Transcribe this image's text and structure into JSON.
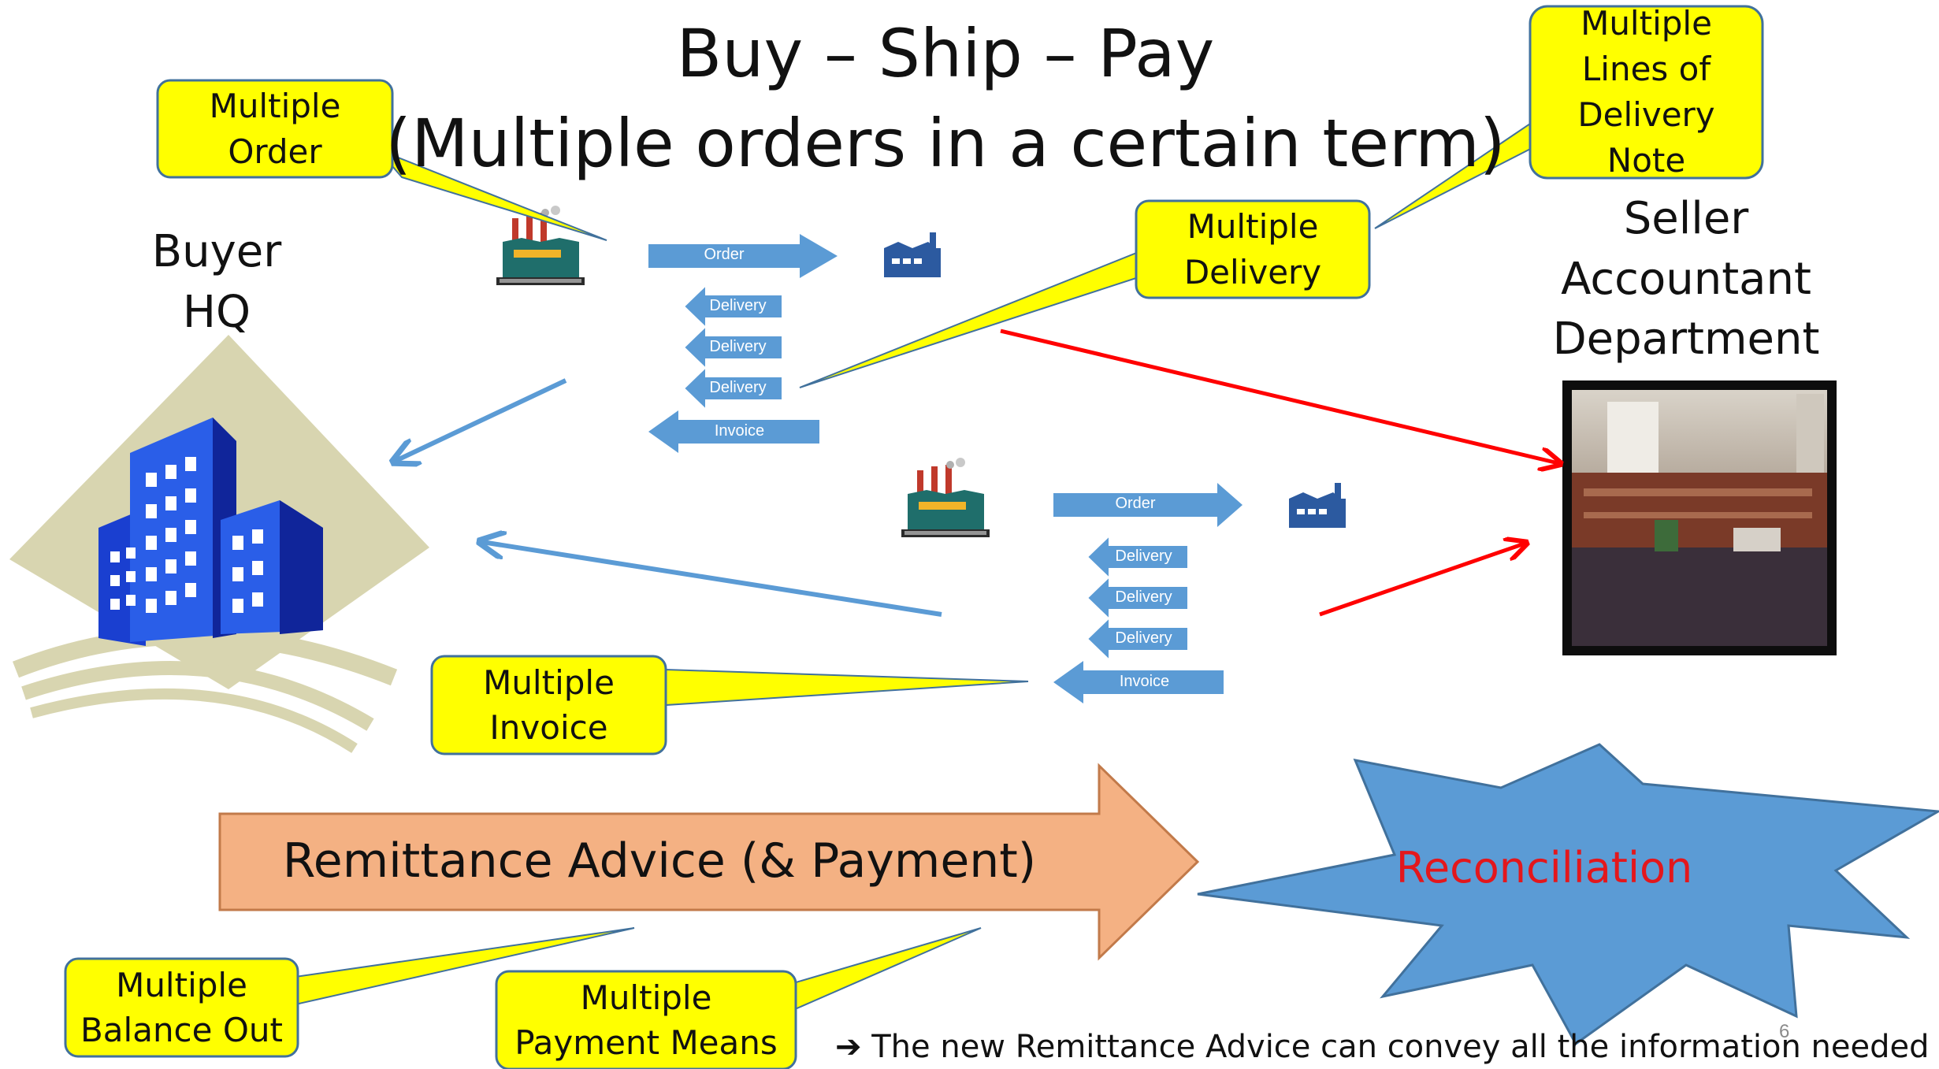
{
  "slide": {
    "title_line1": "Buy – Ship – Pay",
    "title_line2": "(Multiple orders in a certain term)",
    "slide_number": "6"
  },
  "buyer": {
    "line1": "Buyer",
    "line2": "HQ",
    "icon": "office-buildings-icon"
  },
  "seller": {
    "line1": "Seller",
    "line2": "Accountant",
    "line3": "Department",
    "photo": "seller-street-photo"
  },
  "flows": [
    {
      "order": "Order",
      "deliveries": [
        "Delivery",
        "Delivery",
        "Delivery"
      ],
      "invoice": "Invoice"
    },
    {
      "order": "Order",
      "deliveries": [
        "Delivery",
        "Delivery",
        "Delivery"
      ],
      "invoice": "Invoice"
    }
  ],
  "callouts": {
    "multiple_order": [
      "Multiple",
      "Order"
    ],
    "multiple_lines": [
      "Multiple",
      "Lines of",
      "Delivery",
      "Note"
    ],
    "multiple_delivery": [
      "Multiple",
      "Delivery"
    ],
    "multiple_invoice": [
      "Multiple",
      "Invoice"
    ],
    "multiple_balance": [
      "Multiple",
      "Balance Out"
    ],
    "multiple_payment": [
      "Multiple",
      "Payment Means"
    ]
  },
  "remittance": {
    "label": "Remittance Advice (& Payment)"
  },
  "reconciliation": {
    "label": "Reconciliation"
  },
  "footer": {
    "arrow_glyph": "➔",
    "text": "The new Remittance Advice can convey all the information needed"
  },
  "colors": {
    "flow_blue": "#5b9bd5",
    "callout_fill": "#ffff00",
    "callout_border": "#41719c",
    "red_arrow": "#ff0000",
    "remittance_fill": "#f4b183",
    "starburst_fill": "#5b9bd5",
    "reconciliation_text": "#e3171c"
  }
}
